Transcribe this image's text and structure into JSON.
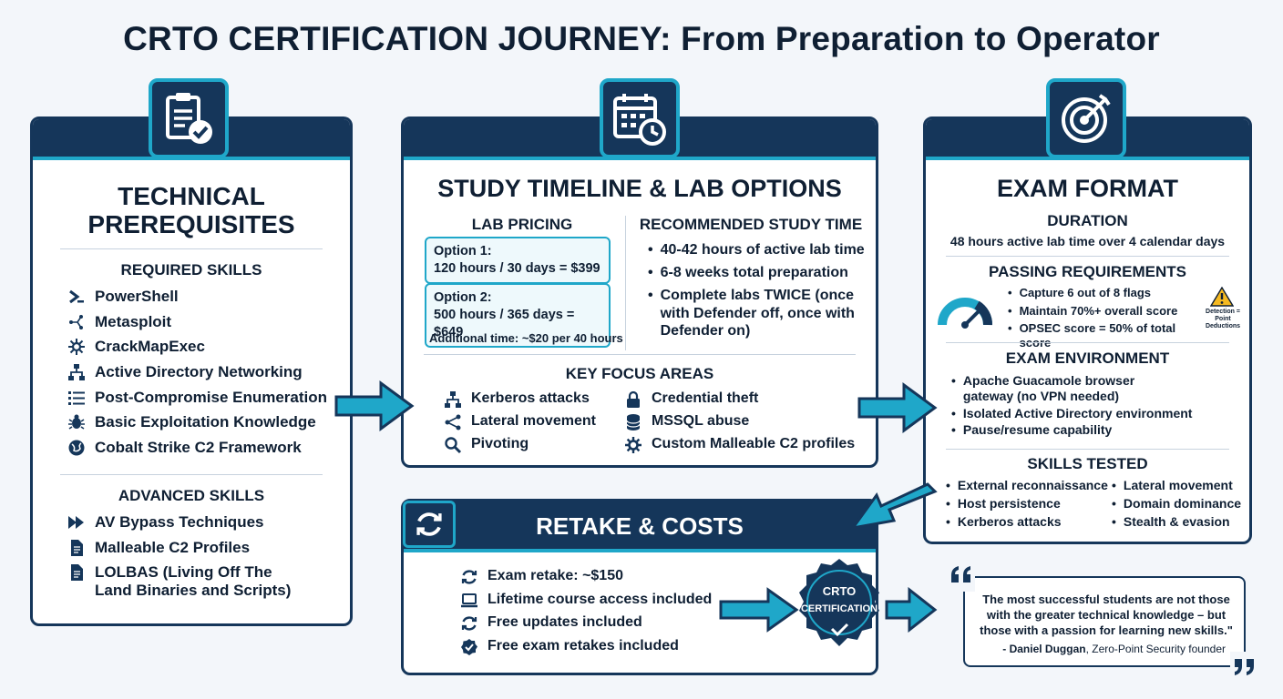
{
  "title": "CRTO CERTIFICATION JOURNEY: From Preparation to Operator",
  "prereq": {
    "title_line1": "TECHNICAL",
    "title_line2": "PREREQUISITES",
    "required_heading": "REQUIRED SKILLS",
    "required": [
      {
        "label": "PowerShell",
        "icon": "powershell-icon"
      },
      {
        "label": "Metasploit",
        "icon": "network-nodes-icon"
      },
      {
        "label": "CrackMapExec",
        "icon": "gear-network-icon"
      },
      {
        "label": "Active Directory Networking",
        "icon": "hierarchy-icon"
      },
      {
        "label": "Post-Compromise Enumeration",
        "icon": "list-icon"
      },
      {
        "label": "Basic Exploitation Knowledge",
        "icon": "bug-icon"
      },
      {
        "label": "Cobalt Strike C2 Framework",
        "icon": "globe-icon"
      }
    ],
    "advanced_heading": "ADVANCED SKILLS",
    "advanced": [
      {
        "label": "AV Bypass Techniques",
        "icon": "fast-forward-icon"
      },
      {
        "label": "Malleable C2 Profiles",
        "icon": "document-icon"
      },
      {
        "label": "LOLBAS (Living Off The Land Binaries and Scripts)",
        "icon": "document-icon"
      }
    ]
  },
  "study": {
    "title": "STUDY TIMELINE & LAB OPTIONS",
    "lab_heading": "LAB PRICING",
    "option1_line1": "Option 1:",
    "option1_line2": "120 hours / 30 days = $399",
    "option2_line1": "Option 2:",
    "option2_line2": "500 hours / 365 days = $649",
    "additional": "Additional time: ~$20 per 40 hours",
    "rec_heading": "RECOMMENDED STUDY TIME",
    "rec": [
      "40-42 hours of active lab time",
      "6-8 weeks total preparation",
      "Complete labs TWICE (once with Defender off, once with Defender on)"
    ],
    "focus_heading": "KEY FOCUS AREAS",
    "focus": [
      {
        "label": "Kerberos attacks",
        "icon": "hierarchy-icon"
      },
      {
        "label": "Credential theft",
        "icon": "lock-icon"
      },
      {
        "label": "Lateral movement",
        "icon": "share-icon"
      },
      {
        "label": "MSSQL abuse",
        "icon": "database-icon"
      },
      {
        "label": "Pivoting",
        "icon": "search-icon"
      },
      {
        "label": "Custom Malleable C2 profiles",
        "icon": "gear-icon"
      }
    ]
  },
  "exam": {
    "title": "EXAM FORMAT",
    "duration_heading": "DURATION",
    "duration": "48 hours active lab time over 4 calendar days",
    "passing_heading": "PASSING REQUIREMENTS",
    "passing": [
      "Capture 6 out of 8 flags",
      "Maintain 70%+ overall score",
      "OPSEC score = 50% of total score"
    ],
    "warning_text": "Detection = Point Deductions",
    "env_heading": "EXAM ENVIRONMENT",
    "env": [
      "Apache Guacamole browser gateway (no VPN needed)",
      "Isolated Active Directory environment",
      "Pause/resume capability"
    ],
    "skills_heading": "SKILLS TESTED",
    "skills": [
      "External reconnaissance",
      "Lateral movement",
      "Host persistence",
      "Domain dominance",
      "Kerberos attacks",
      "Stealth & evasion"
    ]
  },
  "retake": {
    "title": "RETAKE & COSTS",
    "items": [
      {
        "label": "Exam retake: ~$150",
        "icon": "refresh-icon"
      },
      {
        "label": "Lifetime course access included",
        "icon": "laptop-icon"
      },
      {
        "label": "Free updates included",
        "icon": "refresh-icon"
      },
      {
        "label": "Free exam retakes included",
        "icon": "check-badge-icon"
      }
    ]
  },
  "badge": {
    "line1": "CRTO",
    "line2": "CERTIFICATION"
  },
  "quote": {
    "text": "The most successful students are not those with the greater technical knowledge – but those with a passion for learning new skills.\"",
    "author": "- Daniel Duggan",
    "role": ", Zero-Point Security founder"
  },
  "colors": {
    "navy": "#15365a",
    "cyan": "#1fa7c9",
    "text": "#0f1f33"
  }
}
